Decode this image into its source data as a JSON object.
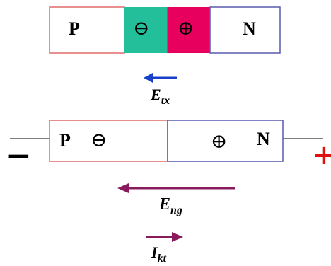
{
  "top_junction": {
    "p_label": "P",
    "n_label": "N",
    "minus_symbol": "⊖",
    "plus_symbol": "⊕",
    "colors": {
      "p_border": "#e06a6a",
      "n_border": "#5a5ab0",
      "minus_region": "#22bf9a",
      "plus_region": "#e8005e"
    }
  },
  "internal_field": {
    "symbol": "E",
    "subscript": "tx",
    "arrow_color": "#1840c8"
  },
  "biased_junction": {
    "p_label": "P",
    "n_label": "N",
    "minus_symbol": "⊖",
    "plus_symbol": "⊕",
    "negative_terminal": "−",
    "positive_terminal": "+",
    "colors": {
      "negative": "#000000",
      "positive": "#e01010",
      "wire": "#808080"
    }
  },
  "external_field": {
    "symbol": "E",
    "subscript": "ng",
    "arrow_color": "#8a1a5e"
  },
  "current": {
    "symbol": "I",
    "subscript": "kt",
    "arrow_color": "#8a1a5e"
  }
}
